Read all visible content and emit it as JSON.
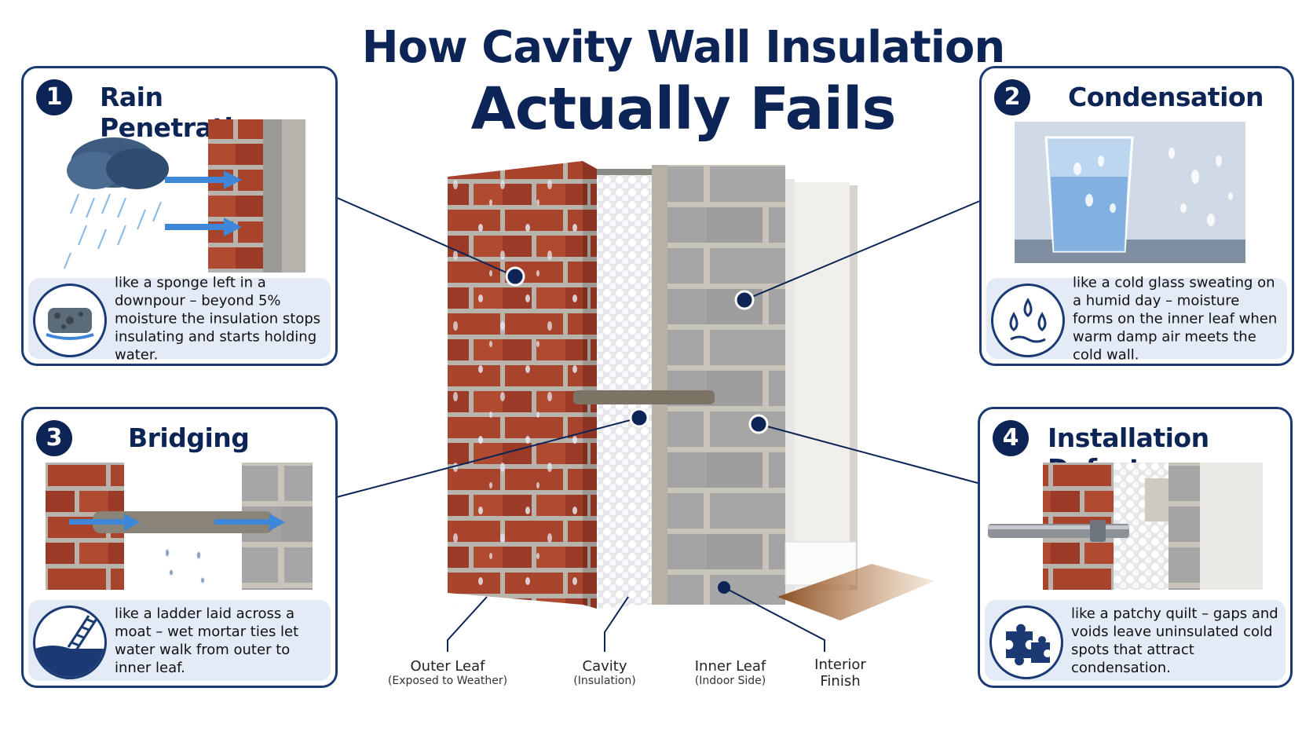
{
  "title": {
    "line1": "How Cavity Wall Insulation",
    "line2": "Actually Fails"
  },
  "cards": [
    {
      "number": "1",
      "title": "Rain Penetration",
      "text": "like a sponge left in a downpour – beyond 5% moisture the insulation stops insulating and starts holding water.",
      "icon": "sponge-icon"
    },
    {
      "number": "2",
      "title": "Condensation",
      "text": "like a cold glass sweating on a humid day – moisture forms on the inner leaf when warm damp air meets the cold wall.",
      "icon": "water-drops-icon"
    },
    {
      "number": "3",
      "title": "Bridging",
      "text": "like a ladder laid across a moat – wet mortar ties let water walk from outer to inner leaf.",
      "icon": "ladder-moat-icon"
    },
    {
      "number": "4",
      "title": "Installation Defects",
      "text": "like a patchy quilt – gaps and voids leave uninsulated cold spots that attract condensation.",
      "icon": "puzzle-icon"
    }
  ],
  "labels": [
    {
      "main": "Outer Leaf",
      "sub": "(Exposed to Weather)"
    },
    {
      "main": "Cavity",
      "sub": "(Insulation)"
    },
    {
      "main": "Inner Leaf",
      "sub": "(Indoor Side)"
    },
    {
      "main": "Interior",
      "sub": "Finish"
    }
  ],
  "colors": {
    "navy": "#0d2456",
    "card_border": "#1b3a74",
    "desc_bg": "#e3ebf7",
    "brick": "#a8432c",
    "block": "#a9a9a9",
    "arrow": "#3d86d8"
  }
}
